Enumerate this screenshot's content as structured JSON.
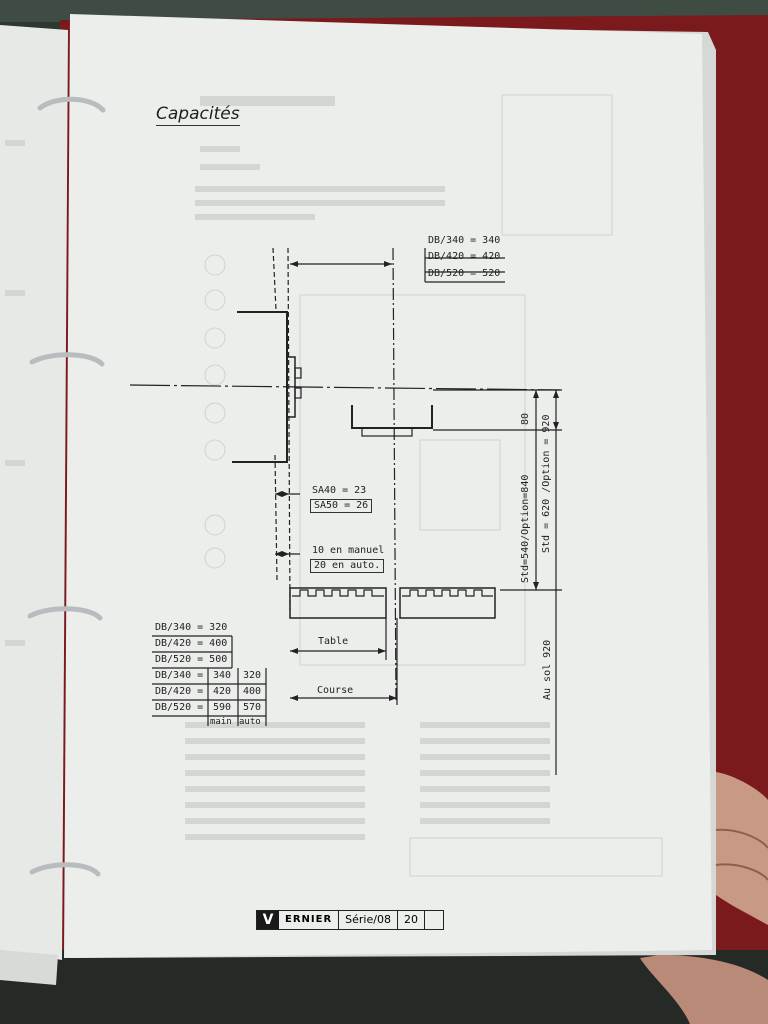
{
  "title": "Capacités",
  "db_dims": [
    "DB/340 = 340",
    "DB/420 = 420",
    "DB/520 = 520"
  ],
  "sa": [
    "SA40 = 23",
    "SA50 = 26"
  ],
  "manuel": [
    "10 en manuel",
    "20 en auto."
  ],
  "vert": {
    "v80": "80",
    "std540": "Std=540/Option=840",
    "std620": "Std = 620 /Option = 920",
    "ausol": "Au sol 920"
  },
  "table_label": "Table",
  "table_rows": [
    "DB/340 = 320",
    "DB/420 = 400",
    "DB/520 = 500"
  ],
  "course_label": "Course",
  "course_rows": [
    {
      "label": "DB/340 =",
      "main": "340",
      "auto": "320"
    },
    {
      "label": "DB/420 =",
      "main": "420",
      "auto": "400"
    },
    {
      "label": "DB/520 =",
      "main": "590",
      "auto": "570"
    }
  ],
  "course_headers": {
    "main": "main",
    "auto": "auto"
  },
  "footer": {
    "logo": "V",
    "brand": "ERNIER",
    "serie": "Série/08",
    "page": "20"
  }
}
